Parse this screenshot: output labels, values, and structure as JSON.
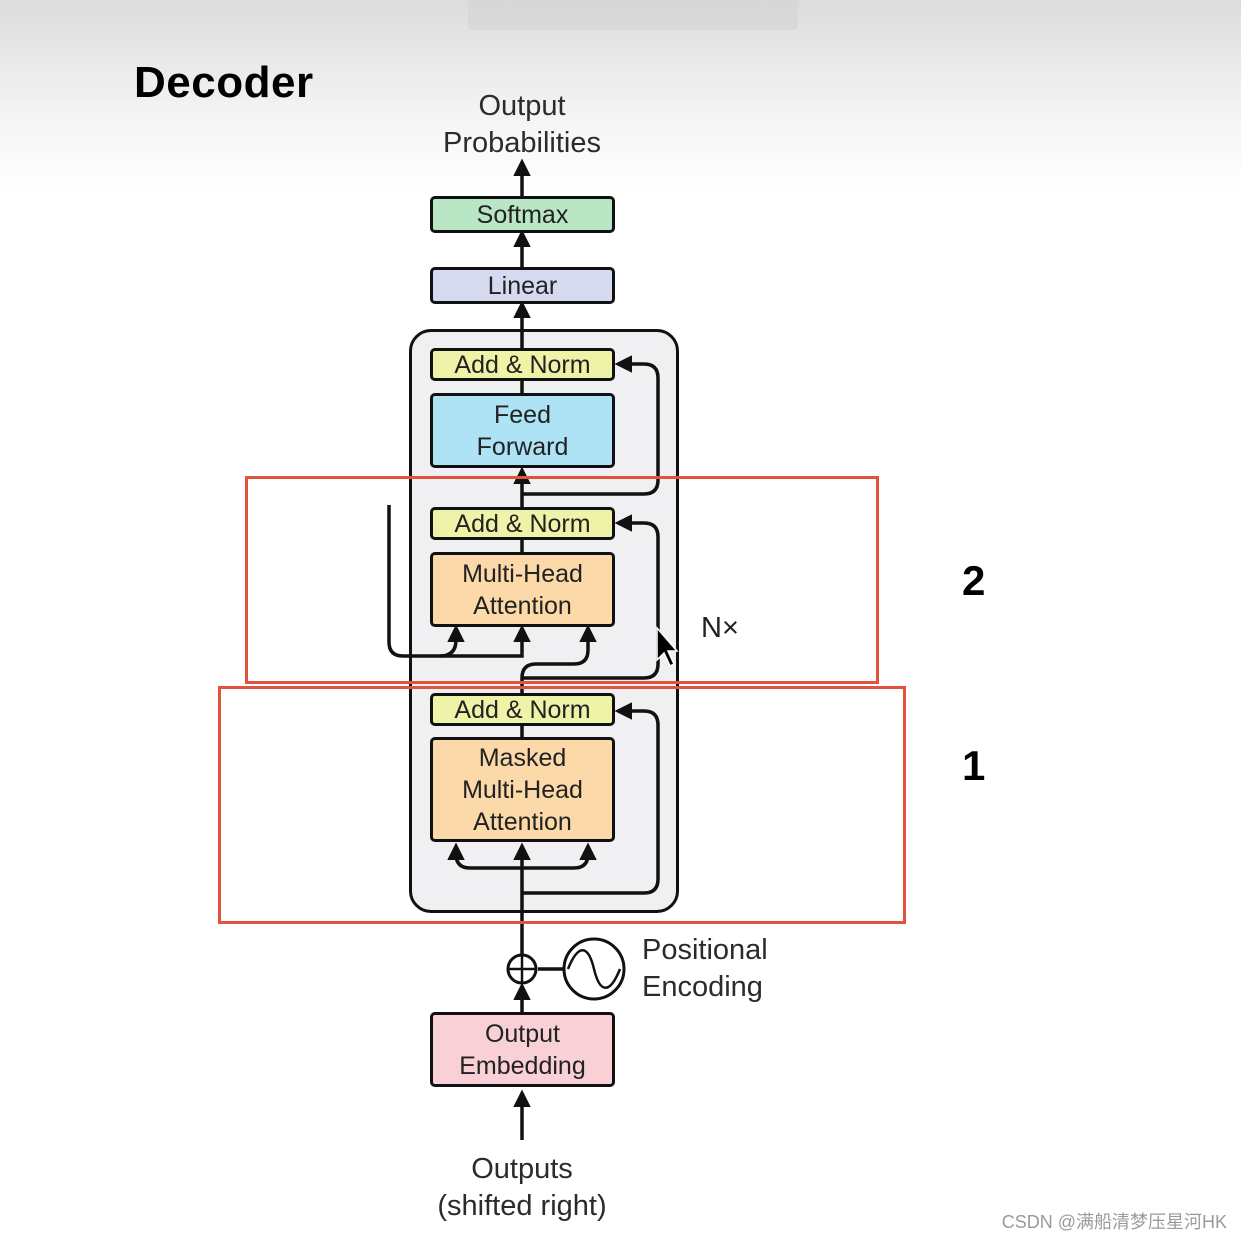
{
  "title": "Decoder",
  "output_probabilities": [
    "Output",
    "Probabilities"
  ],
  "softmax": "Softmax",
  "linear": "Linear",
  "add_norm_top": "Add & Norm",
  "feed_forward": [
    "Feed",
    "Forward"
  ],
  "add_norm_mid": "Add & Norm",
  "multi_head_attention": [
    "Multi-Head",
    "Attention"
  ],
  "add_norm_bottom": "Add & Norm",
  "masked_attention": [
    "Masked",
    "Multi-Head",
    "Attention"
  ],
  "nx": "N×",
  "positional_encoding": [
    "Positional",
    "Encoding"
  ],
  "output_embedding": [
    "Output",
    "Embedding"
  ],
  "outputs": [
    "Outputs",
    "(shifted right)"
  ],
  "annotation_2": "2",
  "annotation_1": "1",
  "watermark": "CSDN @满船清梦压星河HK",
  "colors": {
    "softmax": "#b9e6c4",
    "linear": "#d5daf0",
    "add_norm": "#eff3a8",
    "feed_forward": "#aee3f5",
    "attention": "#fbd9a8",
    "embedding": "#f8d0d6",
    "highlight": "#e2533d"
  }
}
